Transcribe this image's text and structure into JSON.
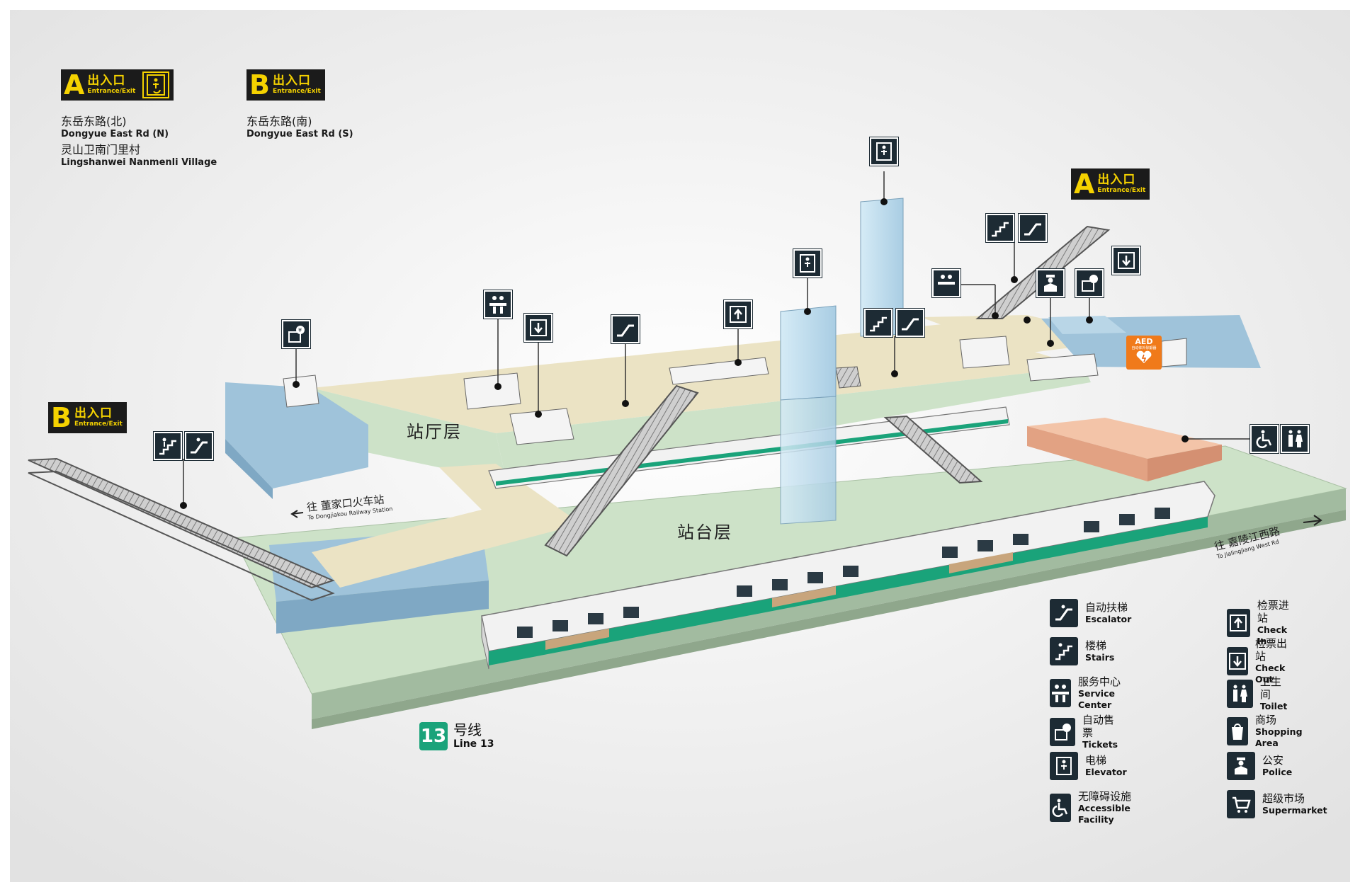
{
  "exits": {
    "A_top_left": {
      "letter": "A",
      "cn": "出入口",
      "en": "Entrance/Exit"
    },
    "B_top": {
      "letter": "B",
      "cn": "出入口",
      "en": "Entrance/Exit"
    },
    "A_map": {
      "letter": "A",
      "cn": "出入口",
      "en": "Entrance/Exit"
    },
    "B_map": {
      "letter": "B",
      "cn": "出入口",
      "en": "Entrance/Exit"
    }
  },
  "addresses": {
    "A": [
      {
        "cn": "东岳东路(北)",
        "en": "Dongyue East Rd (N)"
      },
      {
        "cn": "灵山卫南门里村",
        "en": "Lingshanwei Nanmenli Village"
      }
    ],
    "B": [
      {
        "cn": "东岳东路(南)",
        "en": "Dongyue East Rd (S)"
      }
    ]
  },
  "floors": {
    "concourse": "站厅层",
    "platform": "站台层"
  },
  "directions": {
    "west": {
      "cn": "往 董家口火车站",
      "en": "To Dongjiakou Railway Station"
    },
    "east": {
      "cn": "往 嘉陵江西路",
      "en": "To Jialingjiang West Rd"
    }
  },
  "line": {
    "number": "13",
    "cn": "号线",
    "en": "Line 13",
    "color": "#1aa37a"
  },
  "aed": {
    "title": "AED",
    "sub": "自动体外除颤器"
  },
  "legend": [
    {
      "icon": "escalator-icon",
      "cn": "自动扶梯",
      "en": "Escalator"
    },
    {
      "icon": "stairs-icon",
      "cn": "楼梯",
      "en": "Stairs"
    },
    {
      "icon": "service-center-icon",
      "cn": "服务中心",
      "en": "Service Center"
    },
    {
      "icon": "tickets-icon",
      "cn": "自动售票",
      "en": "Tickets"
    },
    {
      "icon": "elevator-icon",
      "cn": "电梯",
      "en": "Elevator"
    },
    {
      "icon": "accessible-icon",
      "cn": "无障碍设施",
      "en": "Accessible Facility"
    },
    {
      "icon": "check-in-icon",
      "cn": "检票进站",
      "en": "Check In"
    },
    {
      "icon": "check-out-icon",
      "cn": "检票出站",
      "en": "Check Out"
    },
    {
      "icon": "toilet-icon",
      "cn": "卫生间",
      "en": "Toilet"
    },
    {
      "icon": "shopping-icon",
      "cn": "商场",
      "en": "Shopping Area"
    },
    {
      "icon": "police-icon",
      "cn": "公安",
      "en": "Police"
    },
    {
      "icon": "supermarket-icon",
      "cn": "超级市场",
      "en": "Supermarket"
    }
  ],
  "colors": {
    "concourse_floor": "#ebe3c4",
    "platform_floor": "#cde2c8",
    "wall_blue": "#9fc3da",
    "shop_block": "#eab08f",
    "icon_bg": "#1d2b34",
    "exit_yellow": "#f5d200"
  }
}
